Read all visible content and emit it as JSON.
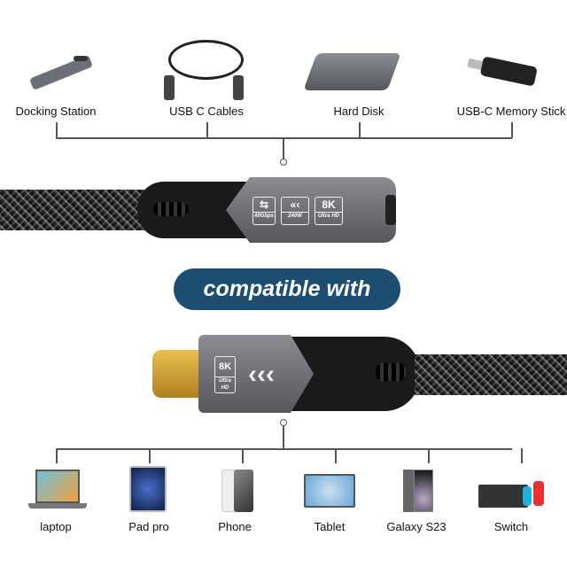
{
  "top_devices": [
    {
      "label": "Docking Station",
      "icon": "docking-station-icon"
    },
    {
      "label": "USB C Cables",
      "icon": "usb-c-cable-icon"
    },
    {
      "label": "Hard Disk",
      "icon": "hard-disk-icon"
    },
    {
      "label": "USB-C Memory Stick",
      "icon": "memory-stick-icon"
    }
  ],
  "female_connector": {
    "badges": [
      {
        "icon": "data-transfer-arrows-icon",
        "caption": "40Gbps"
      },
      {
        "icon": "charging-chevrons-icon",
        "caption": "240W"
      },
      {
        "big": "8K",
        "caption": "Ultra HD"
      }
    ]
  },
  "banner": "compatible with",
  "male_connector": {
    "badge_big": "8K",
    "badge_caption": "Ultra HD"
  },
  "bottom_devices": [
    {
      "label": "laptop",
      "icon": "laptop-icon"
    },
    {
      "label": "Pad pro",
      "icon": "ipad-icon"
    },
    {
      "label": "Phone",
      "icon": "phone-icon"
    },
    {
      "label": "Tablet",
      "icon": "tablet-icon"
    },
    {
      "label": "Galaxy S23",
      "icon": "galaxy-phone-icon"
    },
    {
      "label": "Switch",
      "icon": "switch-console-icon"
    }
  ],
  "colors": {
    "banner": "#1d4e72",
    "connector": "#6b6d72",
    "plug": "#c9a030"
  }
}
